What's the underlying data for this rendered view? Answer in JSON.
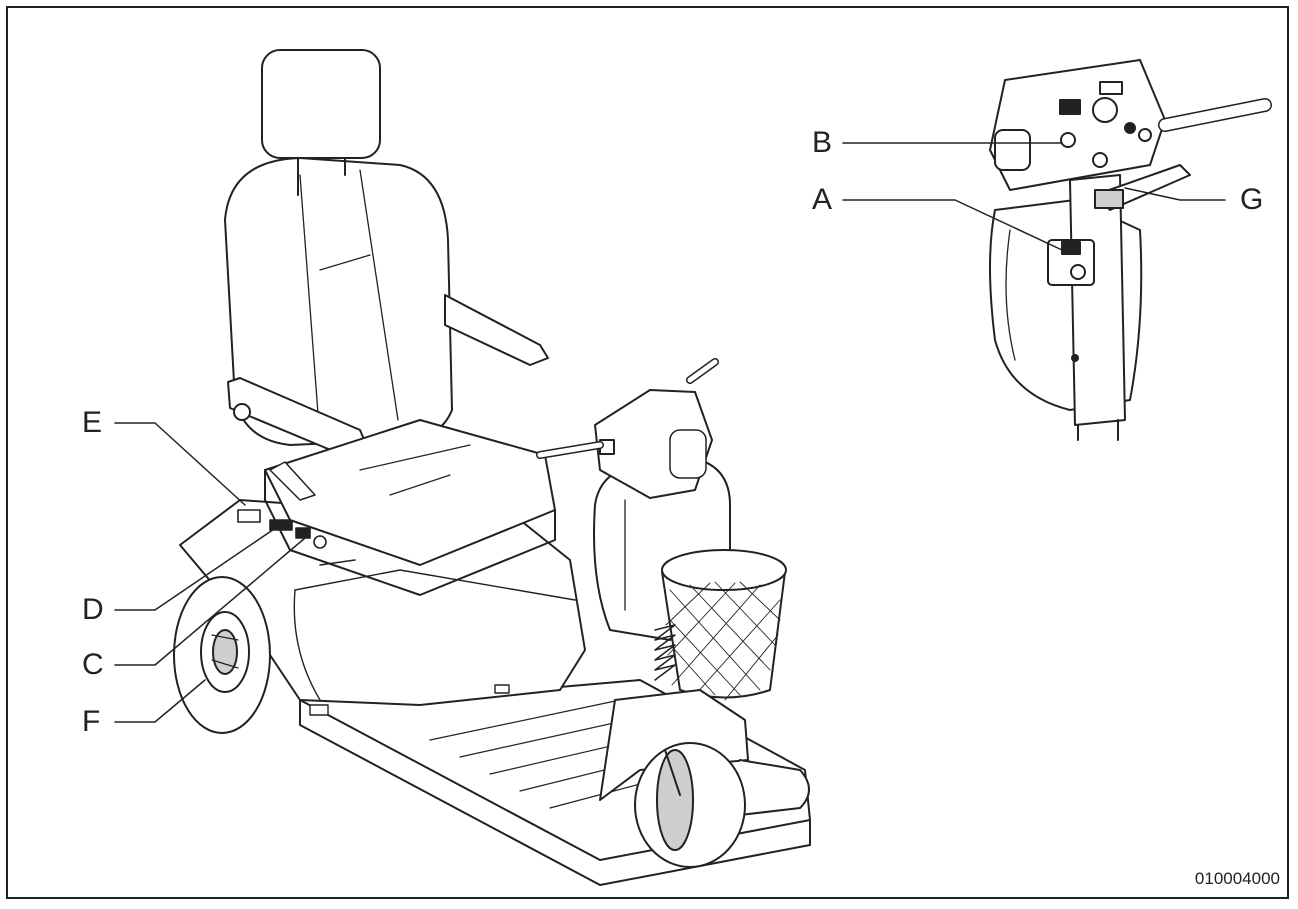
{
  "callouts": {
    "a": "A",
    "b": "B",
    "c": "C",
    "d": "D",
    "e": "E",
    "f": "F",
    "g": "G"
  },
  "figure_code": "010004000",
  "colors": {
    "line": "#222222",
    "fill": "#ffffff",
    "shade": "#cfcfcf"
  }
}
